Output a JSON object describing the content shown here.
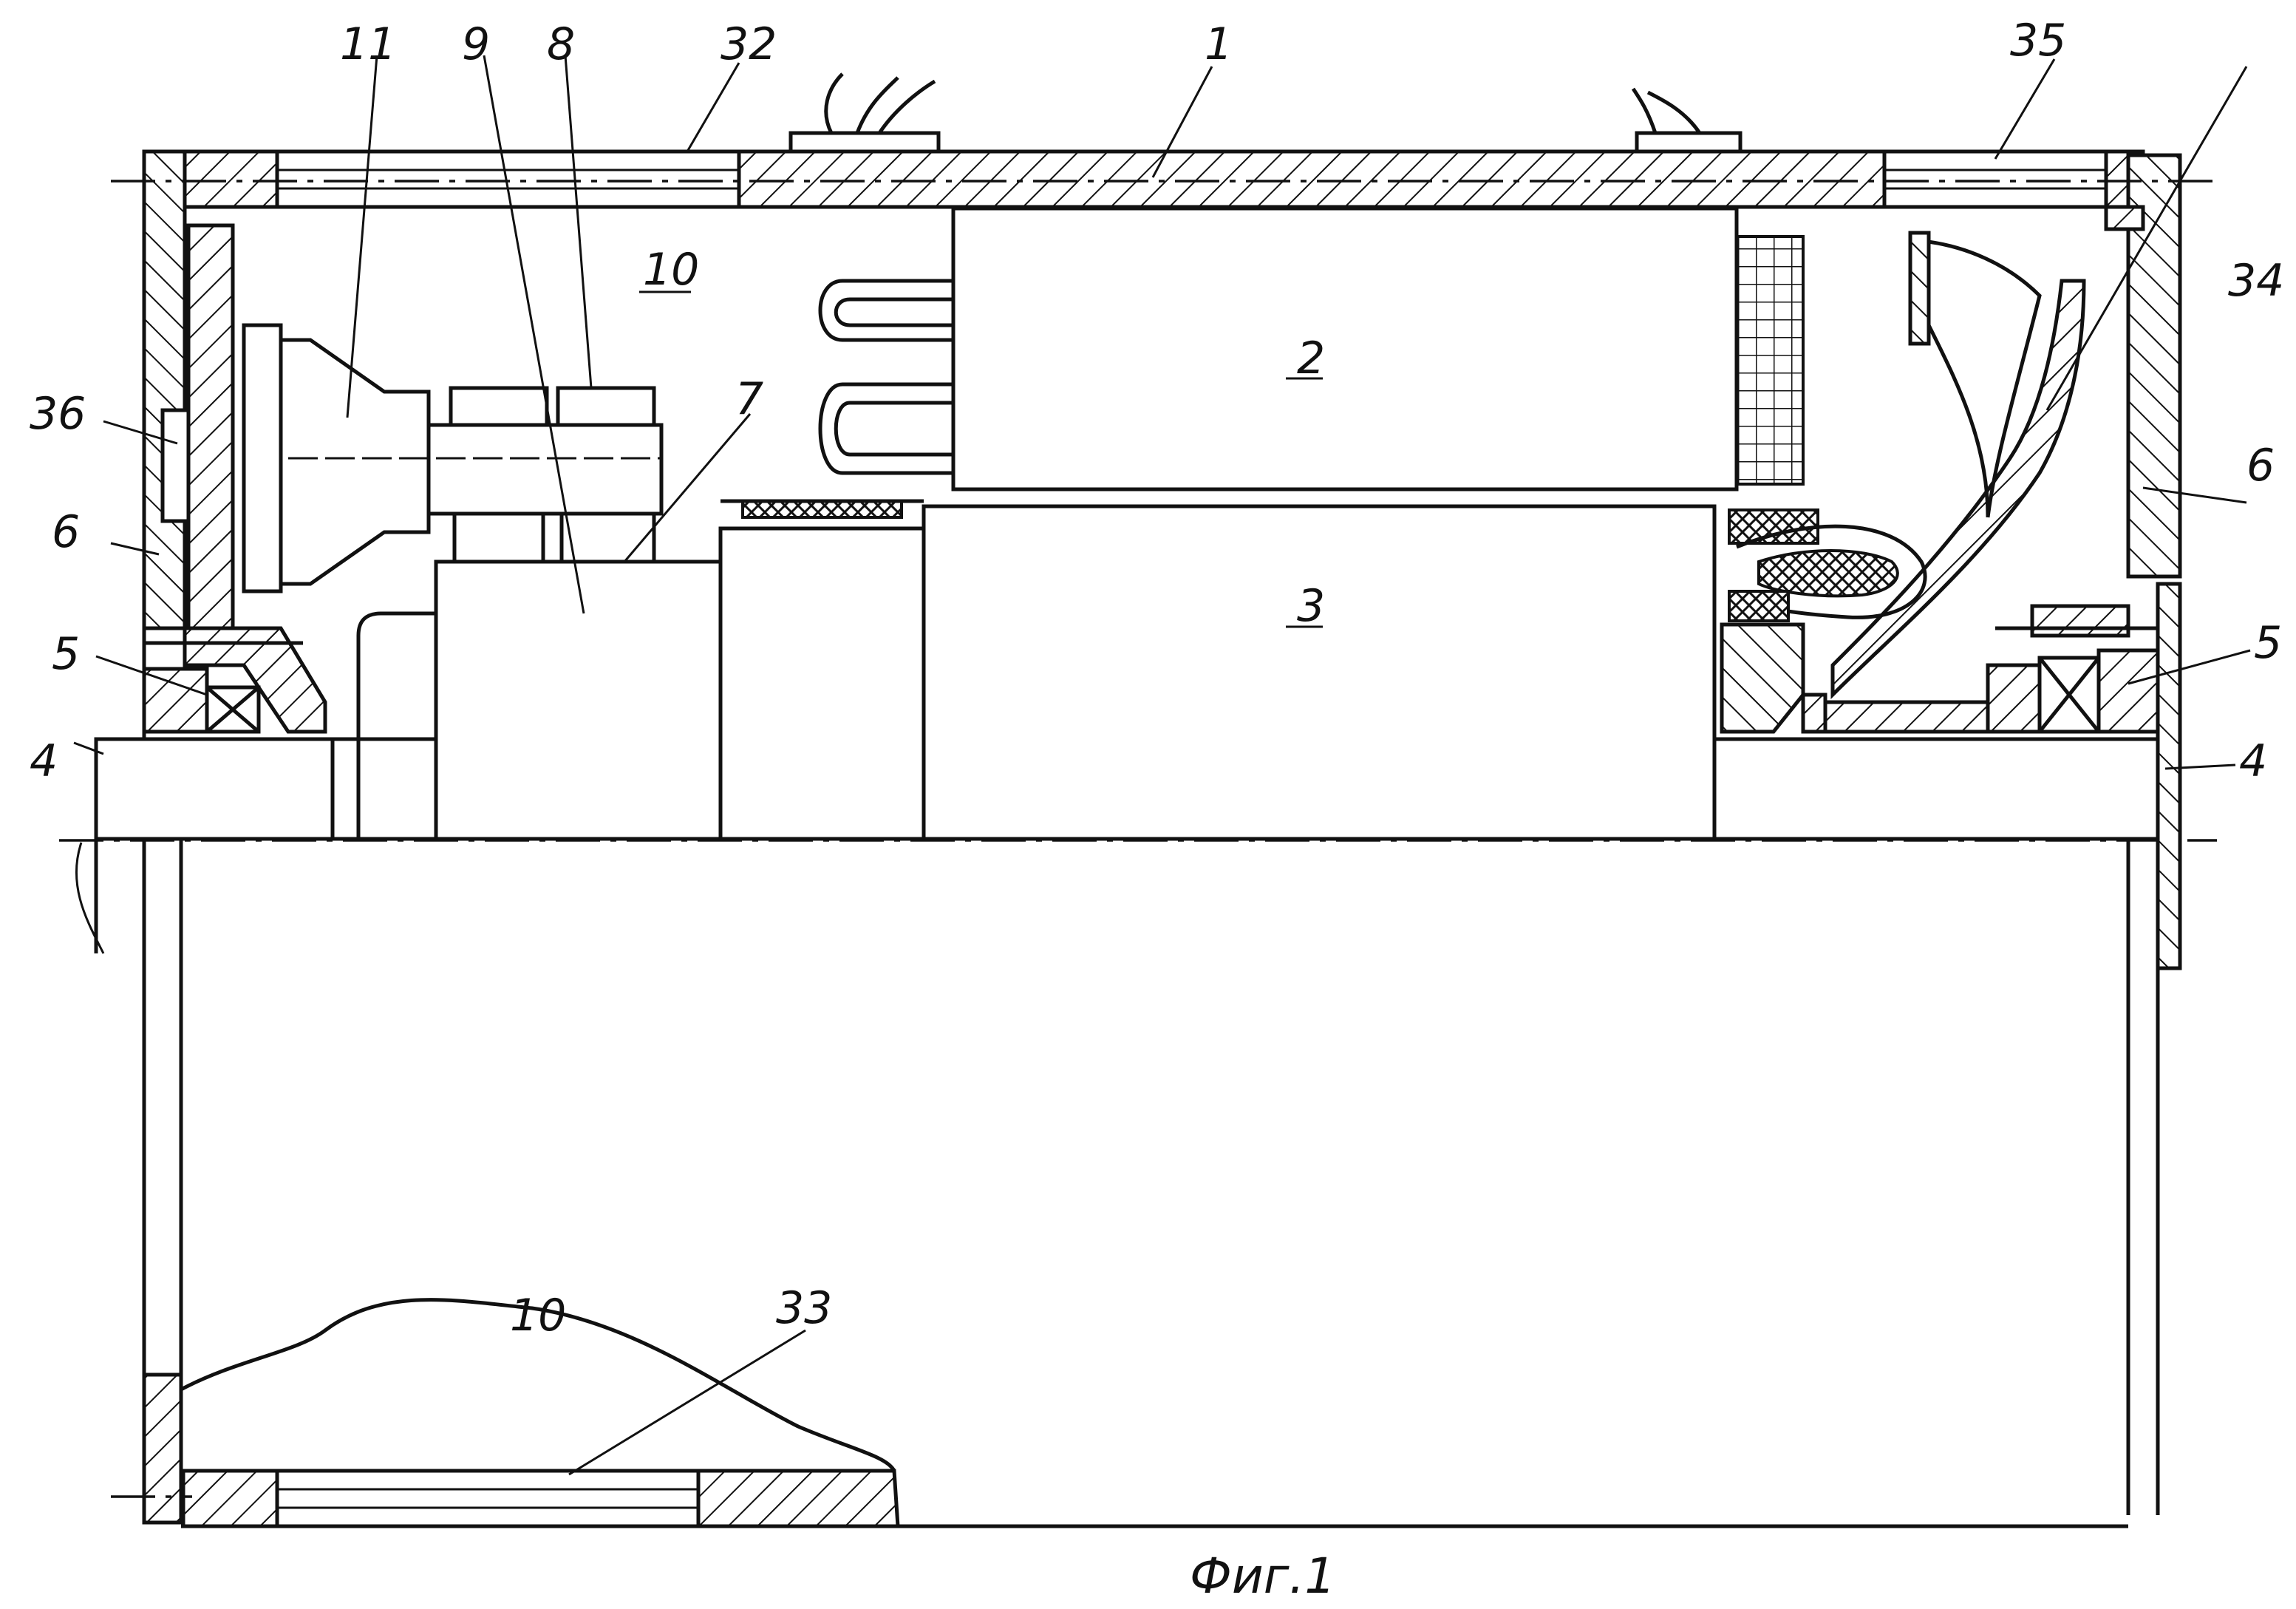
{
  "figure": {
    "caption": "Фиг.1",
    "labels": {
      "l1": "1",
      "l2": "2",
      "l3": "3",
      "l4_left": "4",
      "l4_right": "4",
      "l5_left": "5",
      "l5_right": "5",
      "l6_left": "6",
      "l6_right": "6",
      "l7": "7",
      "l8": "8",
      "l9": "9",
      "l10_top": "10",
      "l10_bottom": "10",
      "l11": "11",
      "l32": "32",
      "l33": "33",
      "l34": "34",
      "l35": "35",
      "l36": "36"
    }
  }
}
